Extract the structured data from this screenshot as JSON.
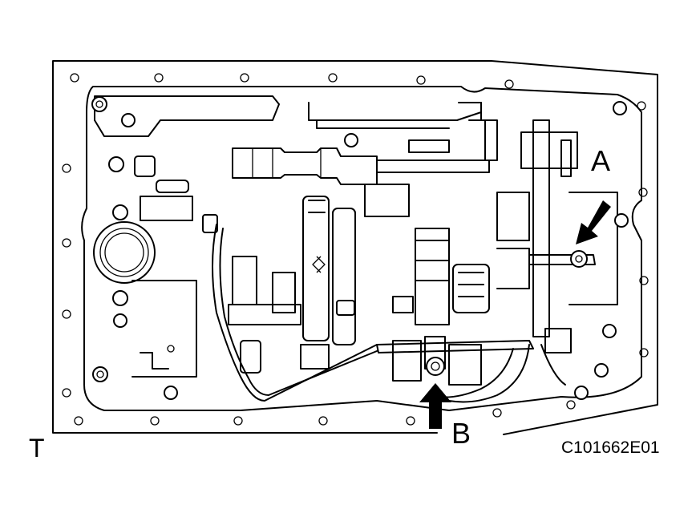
{
  "figure": {
    "labels": {
      "a": "A",
      "b": "B",
      "t": "T"
    },
    "figure_code": "C101662E01",
    "pointer_a_target": "bolt-a",
    "pointer_b_target": "bolt-b",
    "colors": {
      "line": "#000000",
      "background": "#ffffff"
    }
  }
}
